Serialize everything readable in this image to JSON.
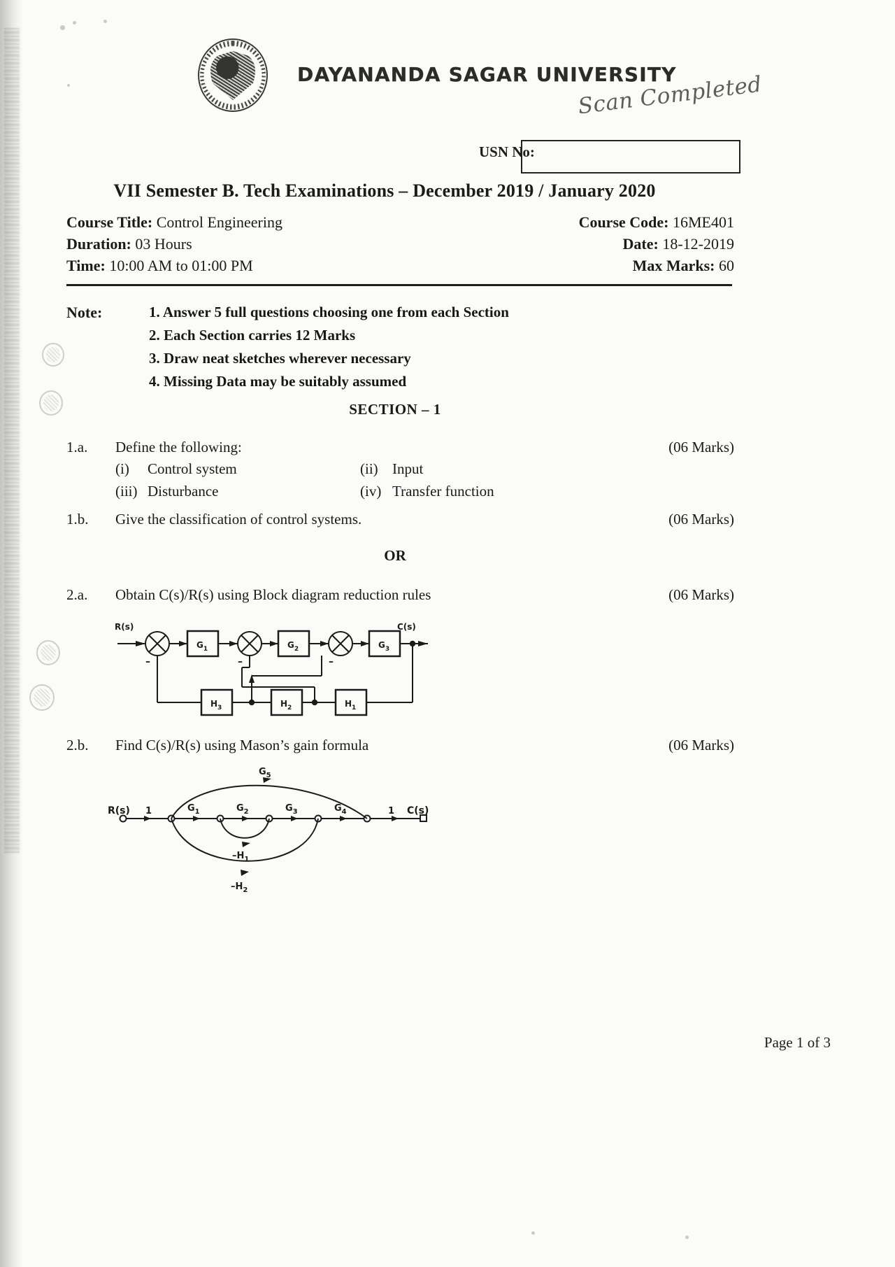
{
  "header": {
    "university": "DAYANANDA SAGAR UNIVERSITY",
    "logo_alt": "university-seal",
    "handwritten_note": "Scan Completed",
    "usn_label": "USN No:",
    "usn_value": ""
  },
  "exam": {
    "title": "VII Semester B. Tech Examinations – December 2019 / January 2020",
    "course_title_label": "Course Title:",
    "course_title_value": "Control Engineering",
    "course_code_label": "Course Code:",
    "course_code_value": "16ME401",
    "duration_label": "Duration:",
    "duration_value": "03 Hours",
    "date_label": "Date:",
    "date_value": "18-12-2019",
    "time_label": "Time:",
    "time_value": "10:00 AM to 01:00 PM",
    "max_marks_label": "Max Marks:",
    "max_marks_value": "60"
  },
  "note": {
    "label": "Note:",
    "items": [
      "1. Answer 5 full questions choosing one from each Section",
      "2. Each Section carries 12 Marks",
      "3. Draw neat sketches wherever necessary",
      "4. Missing Data may be suitably assumed"
    ]
  },
  "section_heading": "SECTION – 1",
  "or_divider": "OR",
  "questions": [
    {
      "num": "1.a.",
      "text": "Define the following:",
      "marks": "(06 Marks)",
      "subitems": [
        {
          "rn": "(i)",
          "text": "Control system"
        },
        {
          "rn": "(ii)",
          "text": "Input"
        },
        {
          "rn": "(iii)",
          "text": "Disturbance"
        },
        {
          "rn": "(iv)",
          "text": "Transfer function"
        }
      ]
    },
    {
      "num": "1.b.",
      "text": "Give the classification of control systems.",
      "marks": "(06 Marks)"
    },
    {
      "num": "2.a.",
      "text": "Obtain C(s)/R(s) using Block diagram reduction rules",
      "marks": "(06 Marks)"
    },
    {
      "num": "2.b.",
      "text": "Find C(s)/R(s) using Mason’s gain formula",
      "marks": "(06 Marks)"
    }
  ],
  "block_diagram": {
    "input_label": "R(s)",
    "output_label": "C(s)",
    "forward_blocks": [
      "G",
      "G",
      "G"
    ],
    "forward_subs": [
      "1",
      "2",
      "3"
    ],
    "feedback_blocks": [
      "H",
      "H",
      "H"
    ],
    "feedback_subs": [
      "3",
      "2",
      "1"
    ],
    "summing_signs": [
      "–",
      "–",
      "–"
    ]
  },
  "signal_flow_graph": {
    "input_label": "R(s)",
    "output_label": "C(s)",
    "input_gain": "1",
    "output_gain": "1",
    "path_gains": [
      "G",
      "G",
      "G",
      "G"
    ],
    "path_subs": [
      "1",
      "2",
      "3",
      "4"
    ],
    "top_gain": "G",
    "top_sub": "5",
    "loop_gain_1": "–H",
    "loop_sub_1": "1",
    "loop_gain_2": "–H",
    "loop_sub_2": "2"
  },
  "footer": {
    "page": "Page 1 of 3"
  }
}
